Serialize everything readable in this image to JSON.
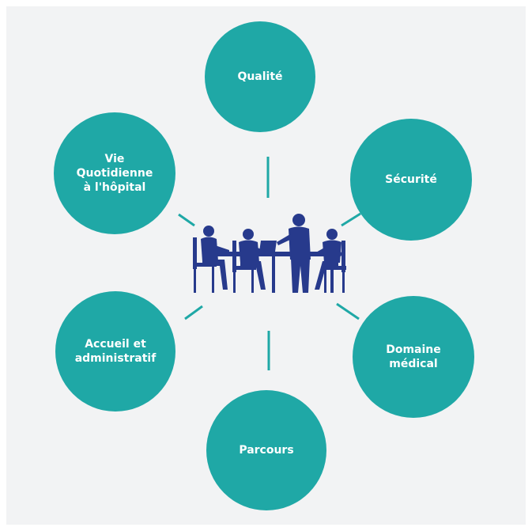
{
  "colors": {
    "node_fill": "#1fa8a6",
    "connector": "#1fa8a6",
    "figure": "#273a8c",
    "background": "#f2f3f4"
  },
  "central_icon": "team-meeting-icon",
  "nodes": [
    {
      "id": "qualite",
      "label": "Qualité"
    },
    {
      "id": "securite",
      "label": "Sécurité"
    },
    {
      "id": "domaine",
      "label": "Domaine\nmédical"
    },
    {
      "id": "parcours",
      "label": "Parcours"
    },
    {
      "id": "accueil",
      "label": "Accueil et\nadministratif"
    },
    {
      "id": "vie",
      "label": "Vie\nQuotidienne\nà l'hôpital"
    }
  ]
}
